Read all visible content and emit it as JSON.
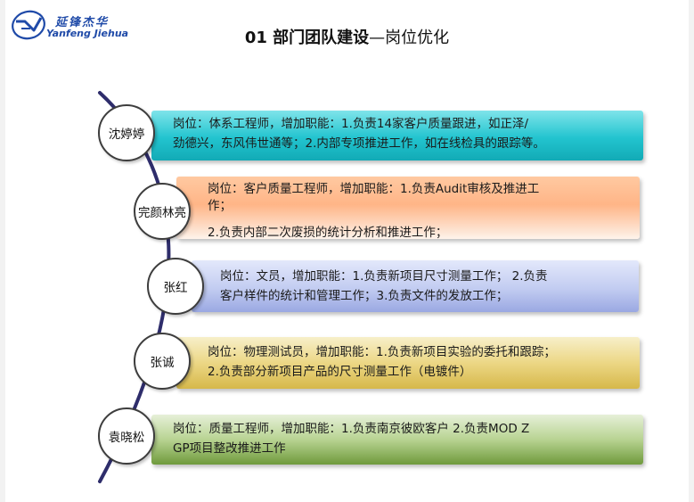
{
  "logo": {
    "name_cn": "延锋杰华",
    "name_en": "Yanfeng Jiehua"
  },
  "title": {
    "bold": "01 部门团队建设",
    "rest": "—岗位优化"
  },
  "colors": {
    "arc": "#2e2d6b",
    "brand": "#1f4aa8"
  },
  "members": [
    {
      "name": "沈婷婷",
      "lines": [
        "岗位：体系工程师，增加职能：1.负责14家客户质量跟进，如正泽/",
        "劲德兴，东风伟世通等；2.内部专项推进工作，如在线检具的跟踪等。"
      ]
    },
    {
      "name": "完颜林亮",
      "lines": [
        "岗位：客户质量工程师，增加职能：1.负责Audit审核及推进工",
        "作；",
        "2.负责内部二次废损的统计分析和推进工作；"
      ]
    },
    {
      "name": "张红",
      "lines": [
        "岗位：文员，增加职能：1.负责新项目尺寸测量工作； 2.负责",
        "客户样件的统计和管理工作；3.负责文件的发放工作；"
      ]
    },
    {
      "name": "张诚",
      "lines": [
        "岗位：物理测试员，增加职能：1.负责新项目实验的委托和跟踪；",
        "2.负责部分新项目产品的尺寸测量工作（电镀件）"
      ]
    },
    {
      "name": "袁晓松",
      "lines": [
        "岗位：质量工程师，增加职能：1.负责南京彼欧客户 2.负责MOD Z",
        "GP项目整改推进工作"
      ]
    }
  ]
}
